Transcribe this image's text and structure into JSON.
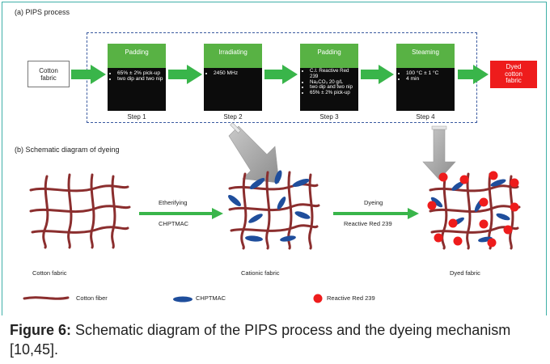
{
  "section_a_title": "(a) PIPS process",
  "section_b_title": "(b) Schematic diagram of dyeing",
  "input_box": "Cotton\nfabric",
  "output_box": "Dyed\ncotton\nfabric",
  "steps": [
    {
      "name": "Padding",
      "label": "Step 1",
      "items": [
        "65% ± 2% pick-up",
        "two dip and two nip"
      ]
    },
    {
      "name": "Irradiating",
      "label": "Step 2",
      "items": [
        "2450 MHz"
      ]
    },
    {
      "name": "Padding",
      "label": "Step 3",
      "items": [
        "C.I. Reactive Red 239",
        "Na₂CO₃ 20 g/L",
        "two dip and two nip",
        "65% ± 2% pick-up"
      ]
    },
    {
      "name": "Steaming",
      "label": "Step 4",
      "items": [
        "100 °C ± 1 °C",
        "4 min"
      ]
    }
  ],
  "reaction1": {
    "top": "Etherifying",
    "bottom": "CHPTMAC"
  },
  "reaction2": {
    "top": "Dyeing",
    "bottom": "Reactive Red 239"
  },
  "fabric_labels": {
    "cotton": "Cotton fabric",
    "cationic": "Cationic fabric",
    "dyed": "Dyed fabric"
  },
  "legend": {
    "fiber": "Cotton fiber",
    "chptmac": "CHPTMAC",
    "dye": "Reactive Red 239"
  },
  "caption": {
    "bold": "Figure 6:",
    "text": " Schematic diagram of the PIPS process and the dyeing mechanism [10,45]."
  },
  "colors": {
    "green_box": "#58b244",
    "green_arrow": "#39b54a",
    "fiber": "#8b2e2e",
    "chptmac": "#1f4e9c",
    "dye": "#ee1c1c",
    "dyed_box": "#ee1c1c"
  }
}
